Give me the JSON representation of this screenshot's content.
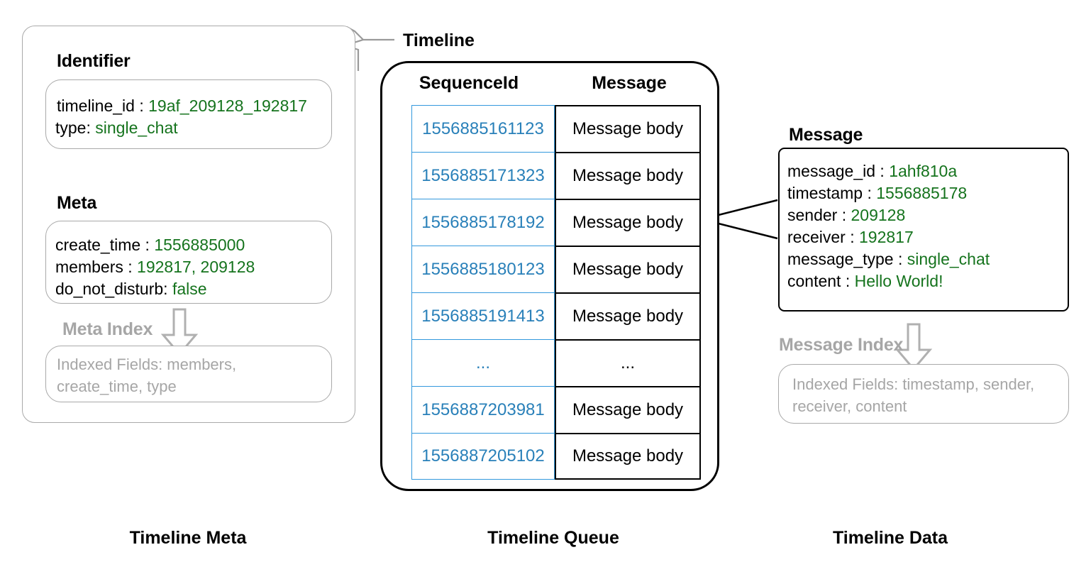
{
  "diagram": {
    "callout_label": "Timeline",
    "captions": {
      "left": "Timeline Meta",
      "middle": "Timeline Queue",
      "right": "Timeline Data"
    }
  },
  "timeline_meta": {
    "identifier": {
      "title": "Identifier",
      "fields": [
        {
          "key": "timeline_id :",
          "value": "19af_209128_192817"
        },
        {
          "key": "type:",
          "value": "single_chat"
        }
      ]
    },
    "meta": {
      "title": "Meta",
      "fields": [
        {
          "key": "create_time :",
          "value": "1556885000"
        },
        {
          "key": "members :",
          "value": "192817, 209128"
        },
        {
          "key": "do_not_disturb:",
          "value": "false"
        }
      ]
    },
    "meta_index": {
      "title": "Meta Index",
      "text": "Indexed Fields: members, create_time, type",
      "arrow_icon": "arrow-down-icon"
    }
  },
  "timeline_queue": {
    "columns": [
      "SequenceId",
      "Message"
    ],
    "rows": [
      {
        "sequence_id": "1556885161123",
        "message": "Message body"
      },
      {
        "sequence_id": "1556885171323",
        "message": "Message body"
      },
      {
        "sequence_id": "1556885178192",
        "message": "Message body"
      },
      {
        "sequence_id": "1556885180123",
        "message": "Message body"
      },
      {
        "sequence_id": "1556885191413",
        "message": "Message body"
      },
      {
        "sequence_id": "...",
        "message": "..."
      },
      {
        "sequence_id": "1556887203981",
        "message": "Message body"
      },
      {
        "sequence_id": "1556887205102",
        "message": "Message body"
      }
    ]
  },
  "timeline_data": {
    "message": {
      "title": "Message",
      "fields": [
        {
          "key": "message_id :",
          "value": "1ahf810a"
        },
        {
          "key": "timestamp :",
          "value": "1556885178"
        },
        {
          "key": "sender :",
          "value": "209128"
        },
        {
          "key": "receiver :",
          "value": "192817"
        },
        {
          "key": "message_type :",
          "value": "single_chat"
        },
        {
          "key": "content :",
          "value": "Hello World!"
        }
      ]
    },
    "message_index": {
      "title": "Message Index",
      "text": "Indexed Fields: timestamp, sender, receiver, content",
      "arrow_icon": "arrow-down-icon"
    }
  },
  "colors": {
    "value_green": "#15731d",
    "sequence_blue": "#2980b9",
    "index_gray": "#a6a6a6",
    "border_gray": "#a9a9a9",
    "border_black": "#000000"
  }
}
